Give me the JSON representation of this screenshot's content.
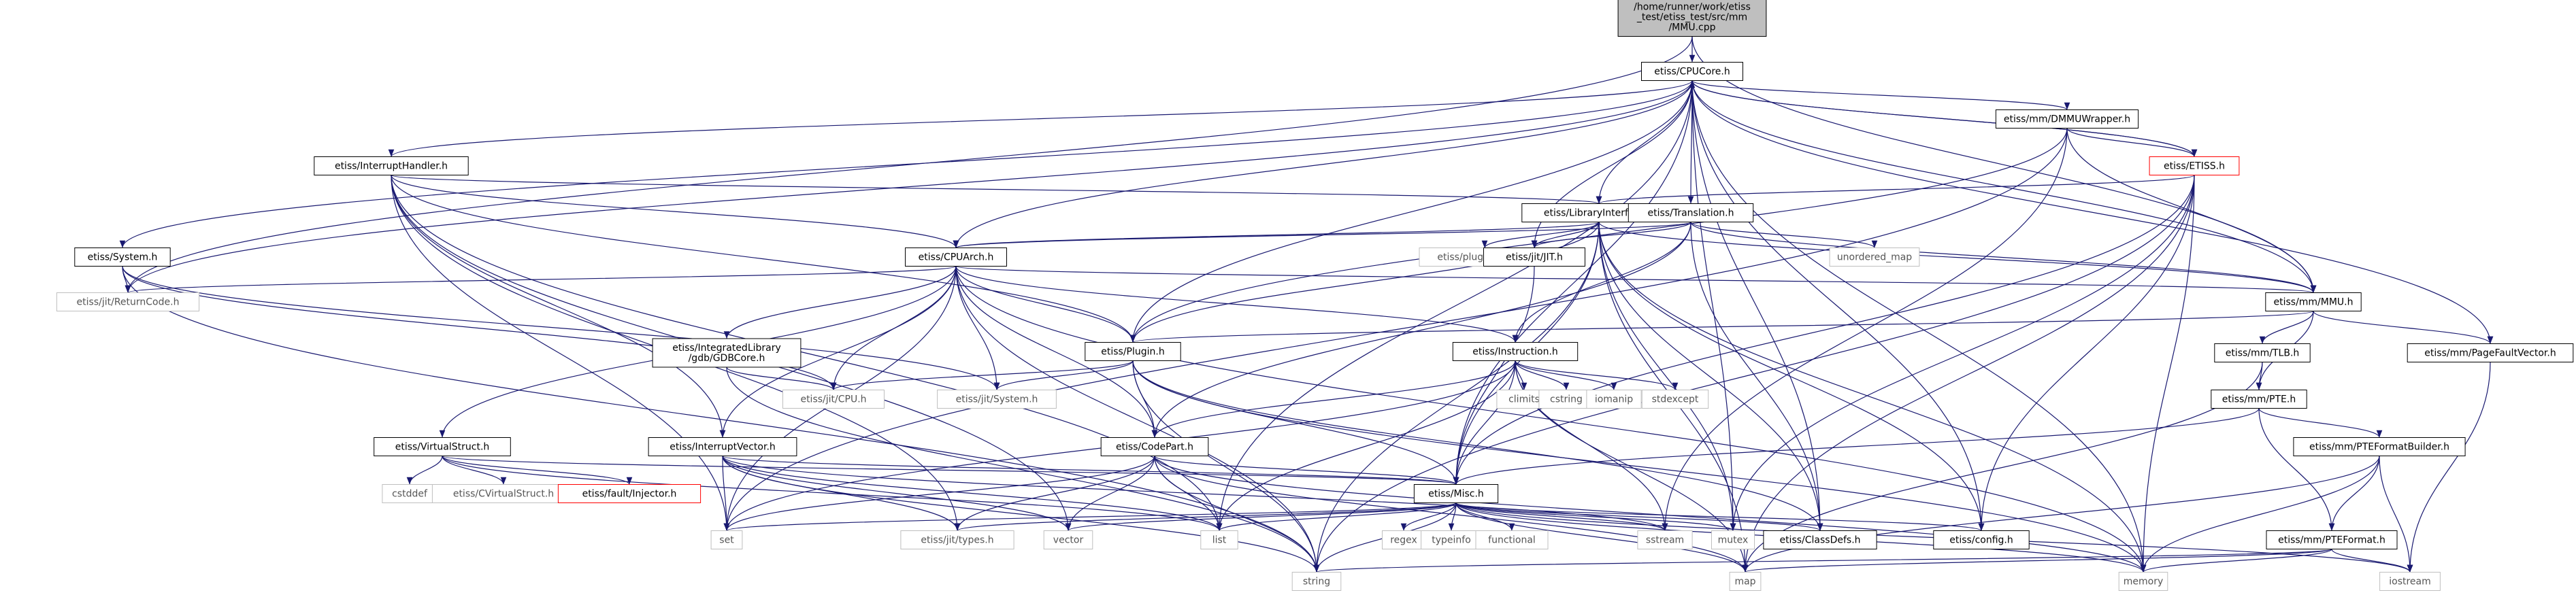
{
  "graph": {
    "colors": {
      "edge": "#191970",
      "node_border": "#000000",
      "node_fill": "#ffffff",
      "root_fill": "#bfbfbf",
      "system_border": "#bfbfbf",
      "error_border": "#ff0000"
    },
    "nodes": [
      {
        "id": "root",
        "kind": "root",
        "lines": [
          "/home/runner/work/etiss",
          "_test/etiss_test/src/mm",
          "/MMU.cpp"
        ]
      },
      {
        "id": "cpucore",
        "kind": "local",
        "lines": [
          "etiss/CPUCore.h"
        ]
      },
      {
        "id": "dmmu",
        "kind": "local",
        "lines": [
          "etiss/mm/DMMUWrapper.h"
        ]
      },
      {
        "id": "etissh",
        "kind": "error",
        "lines": [
          "etiss/ETISS.h"
        ]
      },
      {
        "id": "interrupth",
        "kind": "local",
        "lines": [
          "etiss/InterruptHandler.h"
        ]
      },
      {
        "id": "libiface",
        "kind": "local",
        "lines": [
          "etiss/LibraryInterface.h"
        ]
      },
      {
        "id": "translation",
        "kind": "local",
        "lines": [
          "etiss/Translation.h"
        ]
      },
      {
        "id": "unordered_map",
        "kind": "system",
        "lines": [
          "unordered_map"
        ]
      },
      {
        "id": "systemh",
        "kind": "local",
        "lines": [
          "etiss/System.h"
        ]
      },
      {
        "id": "cpuarch",
        "kind": "local",
        "lines": [
          "etiss/CPUArch.h"
        ]
      },
      {
        "id": "pluginexport",
        "kind": "system",
        "lines": [
          "etiss/pluginexport.h"
        ]
      },
      {
        "id": "jith",
        "kind": "local",
        "lines": [
          "etiss/jit/JIT.h"
        ]
      },
      {
        "id": "mmuh",
        "kind": "local",
        "lines": [
          "etiss/mm/MMU.h"
        ]
      },
      {
        "id": "returncode",
        "kind": "system",
        "lines": [
          "etiss/jit/ReturnCode.h"
        ]
      },
      {
        "id": "pluginh",
        "kind": "local",
        "lines": [
          "etiss/Plugin.h"
        ]
      },
      {
        "id": "instructionh",
        "kind": "local",
        "lines": [
          "etiss/Instruction.h"
        ]
      },
      {
        "id": "gdbcore",
        "kind": "local",
        "lines": [
          "etiss/IntegratedLibrary",
          "/gdb/GDBCore.h"
        ]
      },
      {
        "id": "tlbh",
        "kind": "local",
        "lines": [
          "etiss/mm/TLB.h"
        ]
      },
      {
        "id": "pagefault",
        "kind": "local",
        "lines": [
          "etiss/mm/PageFaultVector.h"
        ]
      },
      {
        "id": "cpuh",
        "kind": "system",
        "lines": [
          "etiss/jit/CPU.h"
        ]
      },
      {
        "id": "jitsystem",
        "kind": "system",
        "lines": [
          "etiss/jit/System.h"
        ]
      },
      {
        "id": "climits",
        "kind": "system",
        "lines": [
          "climits"
        ]
      },
      {
        "id": "cstring",
        "kind": "system",
        "lines": [
          "cstring"
        ]
      },
      {
        "id": "iomanip",
        "kind": "system",
        "lines": [
          "iomanip"
        ]
      },
      {
        "id": "stdexcept",
        "kind": "system",
        "lines": [
          "stdexcept"
        ]
      },
      {
        "id": "pteh",
        "kind": "local",
        "lines": [
          "etiss/mm/PTE.h"
        ]
      },
      {
        "id": "virtualstruct",
        "kind": "local",
        "lines": [
          "etiss/VirtualStruct.h"
        ]
      },
      {
        "id": "interruptvector",
        "kind": "local",
        "lines": [
          "etiss/InterruptVector.h"
        ]
      },
      {
        "id": "codepart",
        "kind": "local",
        "lines": [
          "etiss/CodePart.h"
        ]
      },
      {
        "id": "ptebuilder",
        "kind": "local",
        "lines": [
          "etiss/mm/PTEFormatBuilder.h"
        ]
      },
      {
        "id": "cstddef",
        "kind": "system",
        "lines": [
          "cstddef"
        ]
      },
      {
        "id": "cvirtual",
        "kind": "system",
        "lines": [
          "etiss/CVirtualStruct.h"
        ]
      },
      {
        "id": "faultinjector",
        "kind": "error",
        "lines": [
          "etiss/fault/Injector.h"
        ]
      },
      {
        "id": "misch",
        "kind": "local",
        "lines": [
          "etiss/Misc.h"
        ]
      },
      {
        "id": "set",
        "kind": "system",
        "lines": [
          "set"
        ]
      },
      {
        "id": "jittypes",
        "kind": "system",
        "lines": [
          "etiss/jit/types.h"
        ]
      },
      {
        "id": "vector",
        "kind": "system",
        "lines": [
          "vector"
        ]
      },
      {
        "id": "list",
        "kind": "system",
        "lines": [
          "list"
        ]
      },
      {
        "id": "regex",
        "kind": "system",
        "lines": [
          "regex"
        ]
      },
      {
        "id": "typeinfo",
        "kind": "system",
        "lines": [
          "typeinfo"
        ]
      },
      {
        "id": "functional",
        "kind": "system",
        "lines": [
          "functional"
        ]
      },
      {
        "id": "sstream",
        "kind": "system",
        "lines": [
          "sstream"
        ]
      },
      {
        "id": "mutex",
        "kind": "system",
        "lines": [
          "mutex"
        ]
      },
      {
        "id": "classdefs",
        "kind": "local",
        "lines": [
          "etiss/ClassDefs.h"
        ]
      },
      {
        "id": "configh",
        "kind": "local",
        "lines": [
          "etiss/config.h"
        ]
      },
      {
        "id": "pteformat",
        "kind": "local",
        "lines": [
          "etiss/mm/PTEFormat.h"
        ]
      },
      {
        "id": "string",
        "kind": "system",
        "lines": [
          "string"
        ]
      },
      {
        "id": "map",
        "kind": "system",
        "lines": [
          "map"
        ]
      },
      {
        "id": "memory",
        "kind": "system",
        "lines": [
          "memory"
        ]
      },
      {
        "id": "iostream",
        "kind": "system",
        "lines": [
          "iostream"
        ]
      }
    ],
    "edges": [
      [
        "root",
        "cpucore"
      ],
      [
        "root",
        "mmuh"
      ],
      [
        "root",
        "returncode"
      ],
      [
        "cpucore",
        "dmmu"
      ],
      [
        "cpucore",
        "etissh"
      ],
      [
        "cpucore",
        "interrupth"
      ],
      [
        "cpucore",
        "libiface"
      ],
      [
        "cpucore",
        "translation"
      ],
      [
        "cpucore",
        "systemh"
      ],
      [
        "cpucore",
        "cpuarch"
      ],
      [
        "cpucore",
        "jith"
      ],
      [
        "cpucore",
        "mmuh"
      ],
      [
        "cpucore",
        "returncode"
      ],
      [
        "cpucore",
        "pluginh"
      ],
      [
        "cpucore",
        "pagefault"
      ],
      [
        "cpucore",
        "misch"
      ],
      [
        "cpucore",
        "mutex"
      ],
      [
        "cpucore",
        "list"
      ],
      [
        "cpucore",
        "classdefs"
      ],
      [
        "cpucore",
        "memory"
      ],
      [
        "cpucore",
        "configh"
      ],
      [
        "dmmu",
        "mmuh"
      ],
      [
        "dmmu",
        "etissh"
      ],
      [
        "dmmu",
        "pluginh"
      ],
      [
        "dmmu",
        "sstream"
      ],
      [
        "dmmu",
        "set"
      ],
      [
        "etissh",
        "cpucore"
      ],
      [
        "etissh",
        "libiface"
      ],
      [
        "etissh",
        "misch"
      ],
      [
        "etissh",
        "map"
      ],
      [
        "etissh",
        "memory"
      ],
      [
        "etissh",
        "configh"
      ],
      [
        "etissh",
        "string"
      ],
      [
        "etissh",
        "mutex"
      ],
      [
        "interrupth",
        "libiface"
      ],
      [
        "interrupth",
        "cpuarch"
      ],
      [
        "interrupth",
        "pluginh"
      ],
      [
        "interrupth",
        "interruptvector"
      ],
      [
        "interrupth",
        "set"
      ],
      [
        "interrupth",
        "jittypes"
      ],
      [
        "interrupth",
        "list"
      ],
      [
        "interrupth",
        "vector"
      ],
      [
        "libiface",
        "cpuarch"
      ],
      [
        "libiface",
        "jith"
      ],
      [
        "libiface",
        "pluginexport"
      ],
      [
        "libiface",
        "pluginh"
      ],
      [
        "libiface",
        "misch"
      ],
      [
        "libiface",
        "string"
      ],
      [
        "libiface",
        "map"
      ],
      [
        "libiface",
        "memory"
      ],
      [
        "libiface",
        "mmuh"
      ],
      [
        "libiface",
        "classdefs"
      ],
      [
        "libiface",
        "mutex"
      ],
      [
        "libiface",
        "configh"
      ],
      [
        "translation",
        "cpuarch"
      ],
      [
        "translation",
        "jith"
      ],
      [
        "translation",
        "instructionh"
      ],
      [
        "translation",
        "codepart"
      ],
      [
        "translation",
        "unordered_map"
      ],
      [
        "translation",
        "mmuh"
      ],
      [
        "translation",
        "classdefs"
      ],
      [
        "systemh",
        "returncode"
      ],
      [
        "systemh",
        "cpuh"
      ],
      [
        "systemh",
        "jitsystem"
      ],
      [
        "systemh",
        "string"
      ],
      [
        "cpuarch",
        "returncode"
      ],
      [
        "cpuarch",
        "pluginh"
      ],
      [
        "cpuarch",
        "instructionh"
      ],
      [
        "cpuarch",
        "gdbcore"
      ],
      [
        "cpuarch",
        "cpuh"
      ],
      [
        "cpuarch",
        "jitsystem"
      ],
      [
        "cpuarch",
        "virtualstruct"
      ],
      [
        "cpuarch",
        "interruptvector"
      ],
      [
        "cpuarch",
        "codepart"
      ],
      [
        "cpuarch",
        "set"
      ],
      [
        "cpuarch",
        "memory"
      ],
      [
        "cpuarch",
        "string"
      ],
      [
        "cpuarch",
        "mmuh"
      ],
      [
        "jith",
        "misch"
      ],
      [
        "mmuh",
        "pluginh"
      ],
      [
        "mmuh",
        "tlbh"
      ],
      [
        "mmuh",
        "pteh"
      ],
      [
        "mmuh",
        "pagefault"
      ],
      [
        "pluginh",
        "cpuh"
      ],
      [
        "pluginh",
        "jitsystem"
      ],
      [
        "pluginh",
        "codepart"
      ],
      [
        "pluginh",
        "misch"
      ],
      [
        "pluginh",
        "string"
      ],
      [
        "pluginh",
        "memory"
      ],
      [
        "pluginh",
        "classdefs"
      ],
      [
        "instructionh",
        "codepart"
      ],
      [
        "instructionh",
        "misch"
      ],
      [
        "instructionh",
        "climits"
      ],
      [
        "instructionh",
        "cstring"
      ],
      [
        "instructionh",
        "iomanip"
      ],
      [
        "instructionh",
        "stdexcept"
      ],
      [
        "instructionh",
        "sstream"
      ],
      [
        "instructionh",
        "set"
      ],
      [
        "instructionh",
        "list"
      ],
      [
        "instructionh",
        "map"
      ],
      [
        "gdbcore",
        "cpuh"
      ],
      [
        "gdbcore",
        "string"
      ],
      [
        "tlbh",
        "pteh"
      ],
      [
        "tlbh",
        "map"
      ],
      [
        "pagefault",
        "iostream"
      ],
      [
        "pteh",
        "misch"
      ],
      [
        "pteh",
        "ptebuilder"
      ],
      [
        "pteh",
        "pteformat"
      ],
      [
        "virtualstruct",
        "cstddef"
      ],
      [
        "virtualstruct",
        "cvirtual"
      ],
      [
        "virtualstruct",
        "faultinjector"
      ],
      [
        "virtualstruct",
        "misch"
      ],
      [
        "virtualstruct",
        "list"
      ],
      [
        "interruptvector",
        "misch"
      ],
      [
        "interruptvector",
        "set"
      ],
      [
        "interruptvector",
        "vector"
      ],
      [
        "interruptvector",
        "string"
      ],
      [
        "interruptvector",
        "jittypes"
      ],
      [
        "interruptvector",
        "list"
      ],
      [
        "interruptvector",
        "sstream"
      ],
      [
        "codepart",
        "misch"
      ],
      [
        "codepart",
        "set"
      ],
      [
        "codepart",
        "jittypes"
      ],
      [
        "codepart",
        "vector"
      ],
      [
        "codepart",
        "list"
      ],
      [
        "codepart",
        "string"
      ],
      [
        "codepart",
        "map"
      ],
      [
        "codepart",
        "memory"
      ],
      [
        "ptebuilder",
        "pteformat"
      ],
      [
        "ptebuilder",
        "map"
      ],
      [
        "ptebuilder",
        "memory"
      ],
      [
        "ptebuilder",
        "iostream"
      ],
      [
        "misch",
        "set"
      ],
      [
        "misch",
        "jittypes"
      ],
      [
        "misch",
        "vector"
      ],
      [
        "misch",
        "list"
      ],
      [
        "misch",
        "regex"
      ],
      [
        "misch",
        "typeinfo"
      ],
      [
        "misch",
        "functional"
      ],
      [
        "misch",
        "sstream"
      ],
      [
        "misch",
        "mutex"
      ],
      [
        "misch",
        "classdefs"
      ],
      [
        "misch",
        "configh"
      ],
      [
        "misch",
        "string"
      ],
      [
        "misch",
        "map"
      ],
      [
        "misch",
        "memory"
      ],
      [
        "misch",
        "iostream"
      ],
      [
        "pteformat",
        "map"
      ],
      [
        "pteformat",
        "memory"
      ],
      [
        "pteformat",
        "iostream"
      ],
      [
        "pteformat",
        "string"
      ]
    ]
  }
}
